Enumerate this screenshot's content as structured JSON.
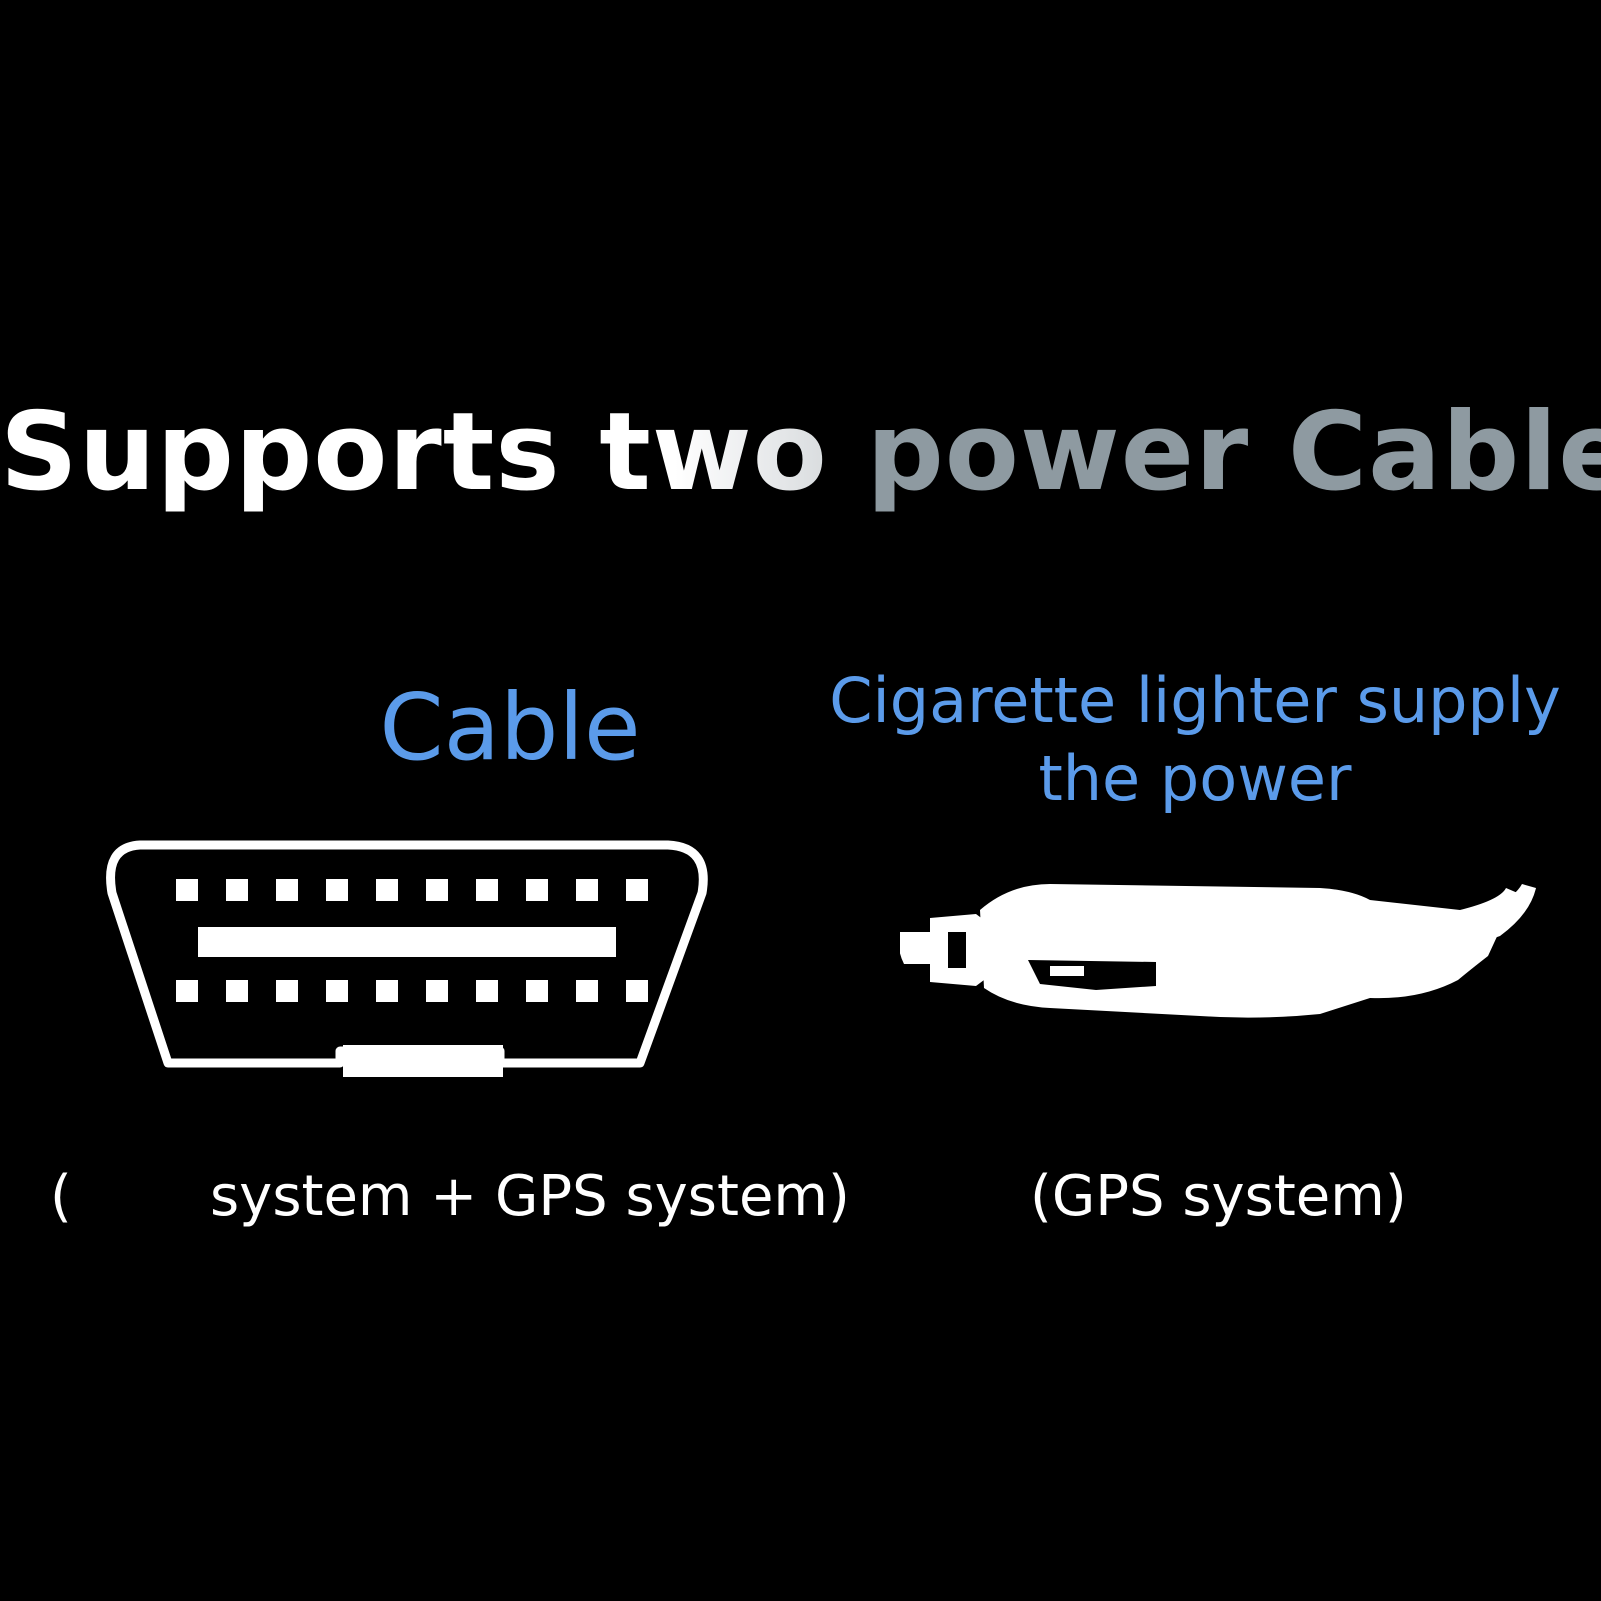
{
  "headline": {
    "part_a": "Supports two ",
    "part_b": "power Cable"
  },
  "options": [
    {
      "label": "Cable",
      "caption_open": "(",
      "caption": "system + GPS system)",
      "icon": "obd-connector-icon"
    },
    {
      "label_line1": "Cigarette lighter supply",
      "label_line2": "the power",
      "caption": "(GPS system)",
      "icon": "cigarette-lighter-plug-icon"
    }
  ],
  "colors": {
    "background": "#000000",
    "label_blue": "#5b9bea",
    "headline_grey": "#8e9aa1",
    "text_white": "#ffffff"
  }
}
